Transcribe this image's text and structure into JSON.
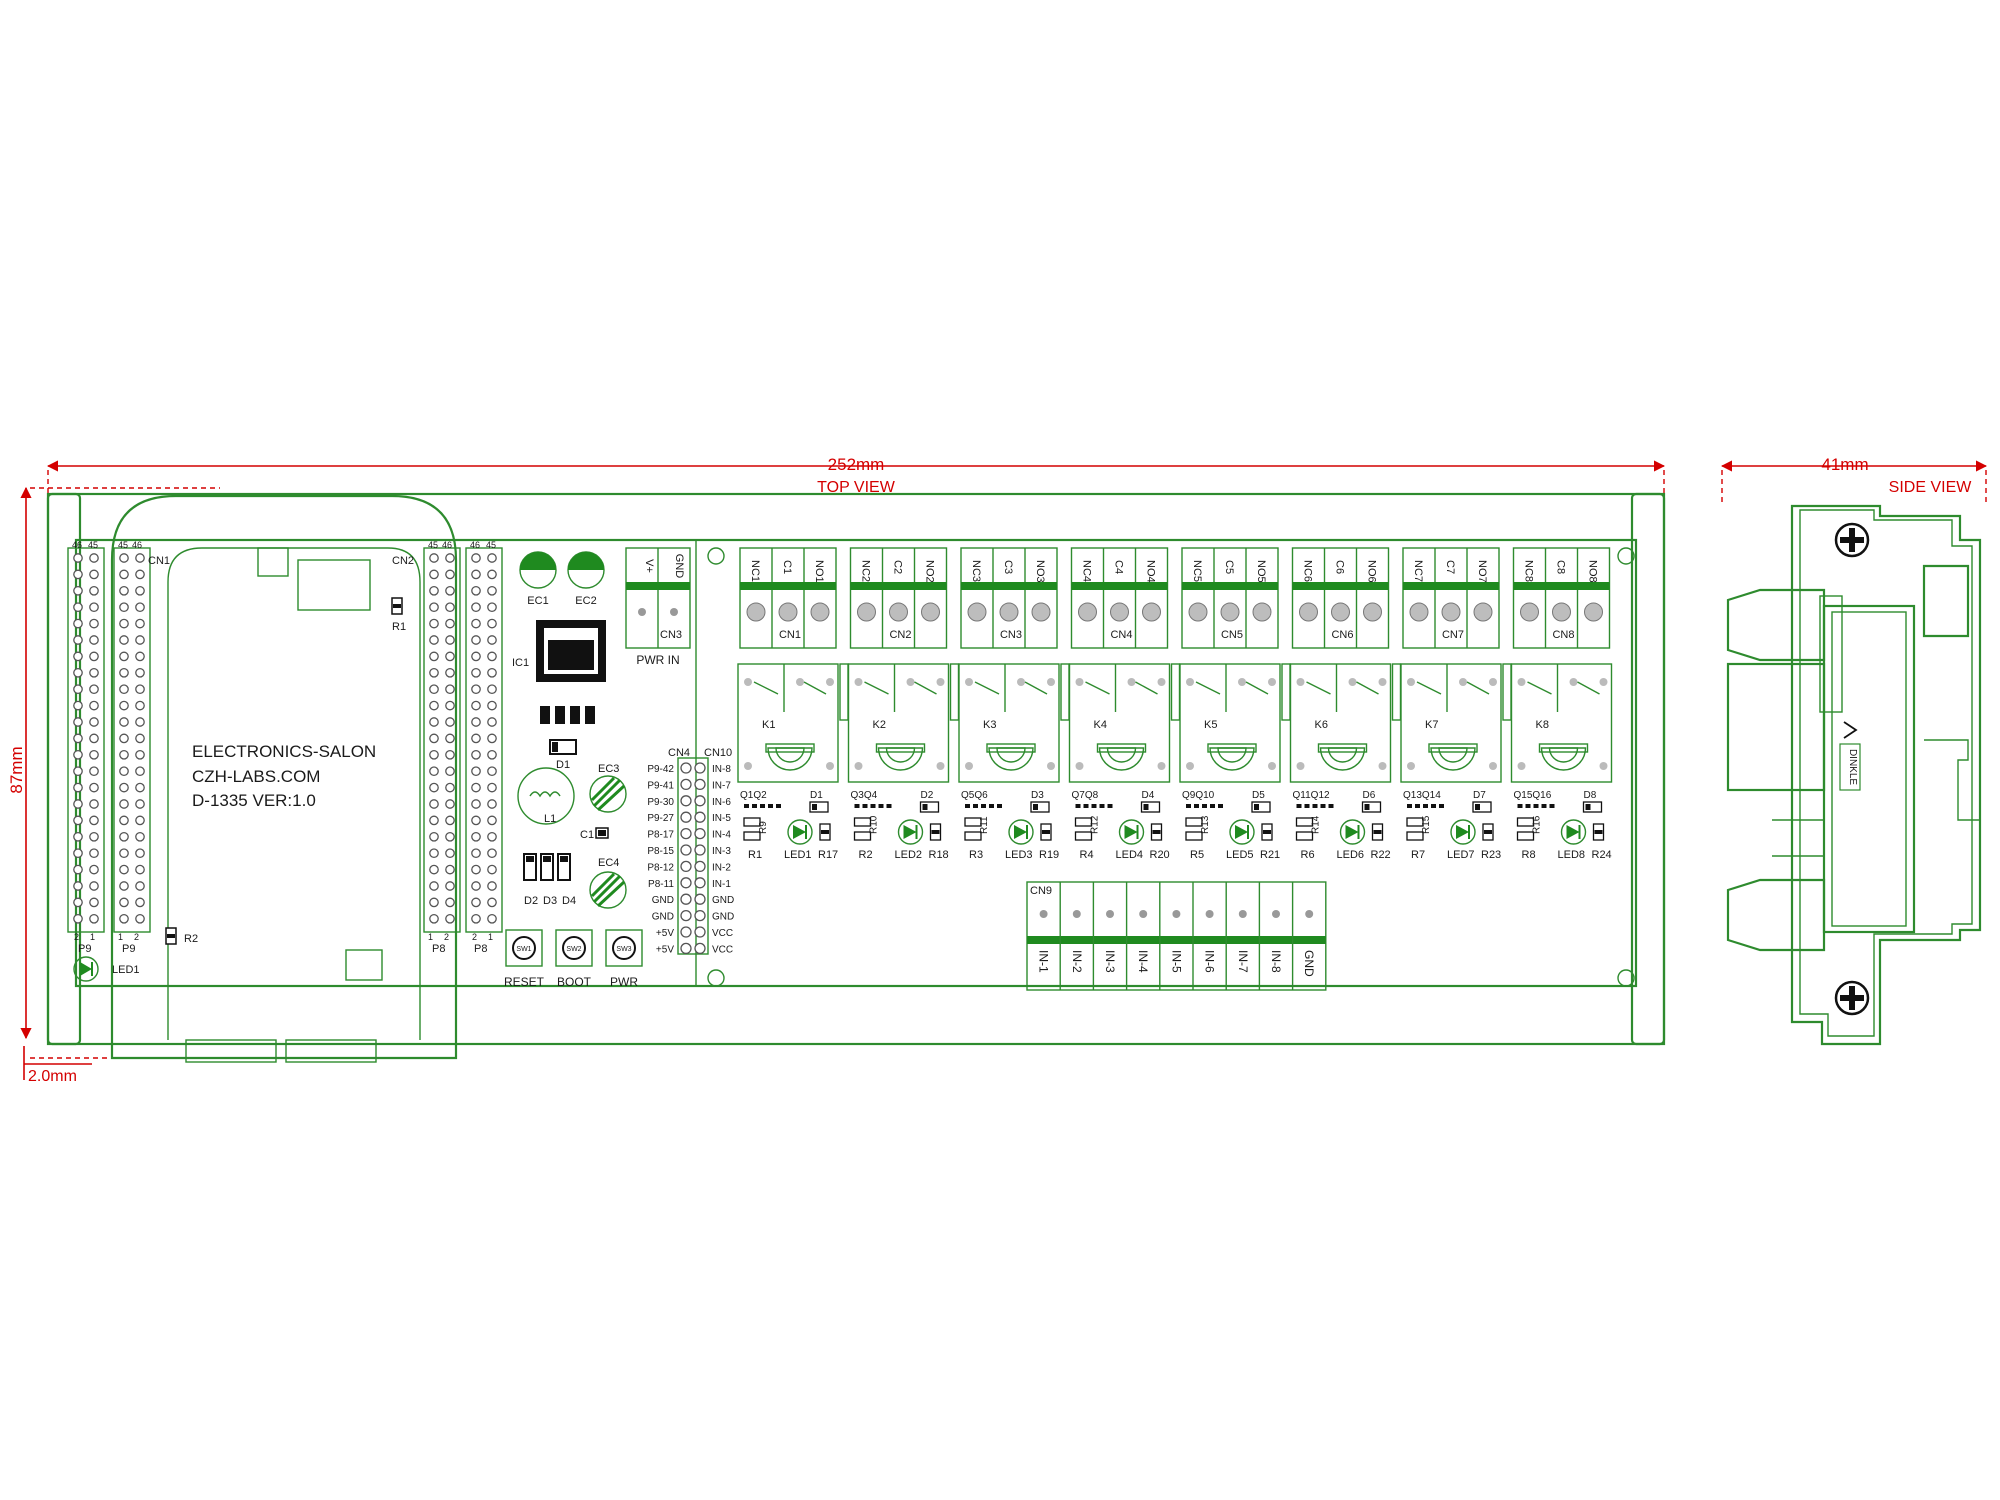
{
  "dimensions": {
    "width": "252mm",
    "height": "87mm",
    "side_width": "41mm",
    "offset": "2.0mm",
    "top_view": "TOP VIEW",
    "side_view": "SIDE VIEW"
  },
  "board": {
    "line1": "ELECTRONICS-SALON",
    "line2": "CZH-LABS.COM",
    "line3": "D-1335  VER:1.0",
    "cn1": "CN1",
    "cn2": "CN2",
    "r1": "R1",
    "r2": "R2",
    "led1": "LED1",
    "p8": "P8",
    "p9": "P9",
    "pin46": "46",
    "pin45": "45",
    "pin1": "1",
    "pin2": "2"
  },
  "power": {
    "ec1": "EC1",
    "ec2": "EC2",
    "ec3": "EC3",
    "ec4": "EC4",
    "ic1": "IC1",
    "d1": "D1",
    "l1": "L1",
    "c1": "C1",
    "d2": "D2",
    "d3": "D3",
    "d4": "D4",
    "vplus": "V+",
    "gnd": "GND",
    "cn3": "CN3",
    "pwr_in": "PWR IN",
    "cn4": "CN4",
    "cn10": "CN10"
  },
  "switches": [
    {
      "id": "SW1",
      "label": "RESET"
    },
    {
      "id": "SW2",
      "label": "BOOT"
    },
    {
      "id": "SW3",
      "label": "PWR"
    }
  ],
  "cn4_labels": [
    "P9-42",
    "P9-41",
    "P9-30",
    "P9-27",
    "P8-17",
    "P8-15",
    "P8-12",
    "P8-11",
    "GND",
    "GND",
    "+5V",
    "+5V"
  ],
  "cn10_labels": [
    "IN-8",
    "IN-7",
    "IN-6",
    "IN-5",
    "IN-4",
    "IN-3",
    "IN-2",
    "IN-1",
    "GND",
    "GND",
    "VCC",
    "VCC"
  ],
  "channels": [
    {
      "nc": "NC1",
      "c": "C1",
      "no": "NO1",
      "cn": "CN1",
      "k": "K1",
      "qa": "Q1",
      "qb": "Q2",
      "d": "D1",
      "rv": "R9",
      "r": "R1",
      "led": "LED1",
      "rb": "R17"
    },
    {
      "nc": "NC2",
      "c": "C2",
      "no": "NO2",
      "cn": "CN2",
      "k": "K2",
      "qa": "Q3",
      "qb": "Q4",
      "d": "D2",
      "rv": "R10",
      "r": "R2",
      "led": "LED2",
      "rb": "R18"
    },
    {
      "nc": "NC3",
      "c": "C3",
      "no": "NO3",
      "cn": "CN3",
      "k": "K3",
      "qa": "Q5",
      "qb": "Q6",
      "d": "D3",
      "rv": "R11",
      "r": "R3",
      "led": "LED3",
      "rb": "R19"
    },
    {
      "nc": "NC4",
      "c": "C4",
      "no": "NO4",
      "cn": "CN4",
      "k": "K4",
      "qa": "Q7",
      "qb": "Q8",
      "d": "D4",
      "rv": "R12",
      "r": "R4",
      "led": "LED4",
      "rb": "R20"
    },
    {
      "nc": "NC5",
      "c": "C5",
      "no": "NO5",
      "cn": "CN5",
      "k": "K5",
      "qa": "Q9",
      "qb": "Q10",
      "d": "D5",
      "rv": "R13",
      "r": "R5",
      "led": "LED5",
      "rb": "R21"
    },
    {
      "nc": "NC6",
      "c": "C6",
      "no": "NO6",
      "cn": "CN6",
      "k": "K6",
      "qa": "Q11",
      "qb": "Q12",
      "d": "D6",
      "rv": "R14",
      "r": "R6",
      "led": "LED6",
      "rb": "R22"
    },
    {
      "nc": "NC7",
      "c": "C7",
      "no": "NO7",
      "cn": "CN7",
      "k": "K7",
      "qa": "Q13",
      "qb": "Q14",
      "d": "D7",
      "rv": "R15",
      "r": "R7",
      "led": "LED7",
      "rb": "R23"
    },
    {
      "nc": "NC8",
      "c": "C8",
      "no": "NO8",
      "cn": "CN8",
      "k": "K8",
      "qa": "Q15",
      "qb": "Q16",
      "d": "D8",
      "rv": "R16",
      "r": "R8",
      "led": "LED8",
      "rb": "R24"
    }
  ],
  "cn9": {
    "label": "CN9",
    "terminals": [
      "IN-1",
      "IN-2",
      "IN-3",
      "IN-4",
      "IN-5",
      "IN-6",
      "IN-7",
      "IN-8",
      "GND"
    ]
  },
  "side": {
    "brand": "DINKLE"
  }
}
